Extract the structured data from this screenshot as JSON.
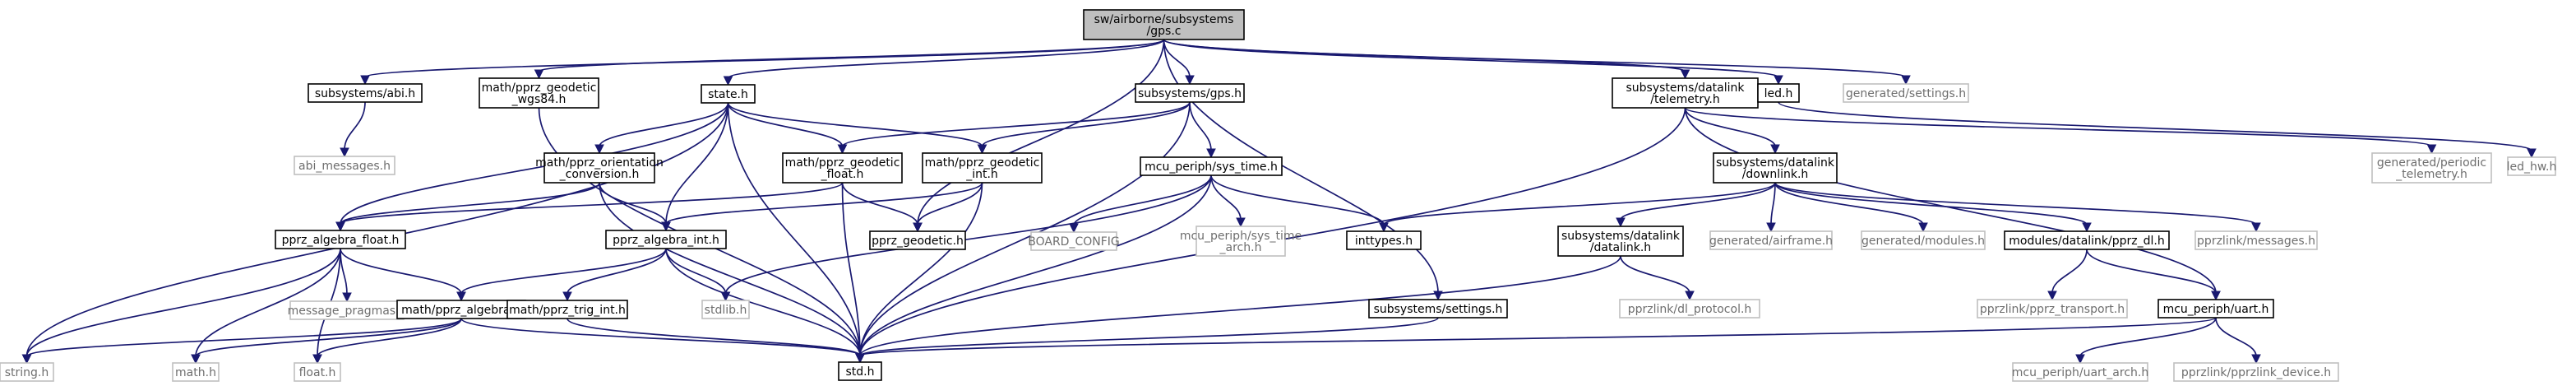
{
  "title": "sw/airborne/subsystems/gps.c",
  "colors": {
    "root_fill": "#bfbfbf",
    "node_border": "#000000",
    "missing_border": "#bfbfbf",
    "missing_text": "#6e6e6e",
    "edge": "#191970"
  },
  "nodes": [
    {
      "id": "gps_c",
      "lines": [
        "sw/airborne/subsystems",
        "/gps.c"
      ],
      "kind": "root"
    },
    {
      "id": "abi_h",
      "lines": [
        "subsystems/abi.h"
      ],
      "kind": "file"
    },
    {
      "id": "abi_messages_h",
      "lines": [
        "abi_messages.h"
      ],
      "kind": "missing"
    },
    {
      "id": "geodetic_wgs84_h",
      "lines": [
        "math/pprz_geodetic",
        "_wgs84.h"
      ],
      "kind": "file"
    },
    {
      "id": "state_h",
      "lines": [
        "state.h"
      ],
      "kind": "file"
    },
    {
      "id": "orientation_h",
      "lines": [
        "math/pprz_orientation",
        "_conversion.h"
      ],
      "kind": "file"
    },
    {
      "id": "geodetic_float_h",
      "lines": [
        "math/pprz_geodetic",
        "_float.h"
      ],
      "kind": "file"
    },
    {
      "id": "geodetic_int_h",
      "lines": [
        "math/pprz_geodetic",
        "_int.h"
      ],
      "kind": "file"
    },
    {
      "id": "subsystems_gps_h",
      "lines": [
        "subsystems/gps.h"
      ],
      "kind": "file"
    },
    {
      "id": "sys_time_h",
      "lines": [
        "mcu_periph/sys_time.h"
      ],
      "kind": "file"
    },
    {
      "id": "algebra_float_h",
      "lines": [
        "pprz_algebra_float.h"
      ],
      "kind": "file"
    },
    {
      "id": "algebra_int_h",
      "lines": [
        "pprz_algebra_int.h"
      ],
      "kind": "file"
    },
    {
      "id": "pprz_geodetic_h",
      "lines": [
        "pprz_geodetic.h"
      ],
      "kind": "file"
    },
    {
      "id": "board_config",
      "lines": [
        "BOARD_CONFIG"
      ],
      "kind": "missing"
    },
    {
      "id": "sys_time_arch_h",
      "lines": [
        "mcu_periph/sys_time",
        "_arch.h"
      ],
      "kind": "missing"
    },
    {
      "id": "inttypes_h",
      "lines": [
        "inttypes.h"
      ],
      "kind": "file"
    },
    {
      "id": "message_pragmas_h",
      "lines": [
        "message_pragmas.h"
      ],
      "kind": "missing"
    },
    {
      "id": "math_algebra_h",
      "lines": [
        "math/pprz_algebra.h"
      ],
      "kind": "file"
    },
    {
      "id": "trig_int_h",
      "lines": [
        "math/pprz_trig_int.h"
      ],
      "kind": "file"
    },
    {
      "id": "stdlib_h",
      "lines": [
        "stdlib.h"
      ],
      "kind": "missing"
    },
    {
      "id": "settings_h",
      "lines": [
        "subsystems/settings.h"
      ],
      "kind": "file"
    },
    {
      "id": "string_h",
      "lines": [
        "string.h"
      ],
      "kind": "missing"
    },
    {
      "id": "math_h",
      "lines": [
        "math.h"
      ],
      "kind": "missing"
    },
    {
      "id": "float_h",
      "lines": [
        "float.h"
      ],
      "kind": "missing"
    },
    {
      "id": "std_h",
      "lines": [
        "std.h"
      ],
      "kind": "file"
    },
    {
      "id": "telemetry_h",
      "lines": [
        "subsystems/datalink",
        "/telemetry.h"
      ],
      "kind": "file"
    },
    {
      "id": "led_h",
      "lines": [
        "led.h"
      ],
      "kind": "file"
    },
    {
      "id": "gen_settings_h",
      "lines": [
        "generated/settings.h"
      ],
      "kind": "missing"
    },
    {
      "id": "downlink_h",
      "lines": [
        "subsystems/datalink",
        "/downlink.h"
      ],
      "kind": "file"
    },
    {
      "id": "periodic_telemetry_h",
      "lines": [
        "generated/periodic",
        "_telemetry.h"
      ],
      "kind": "missing"
    },
    {
      "id": "led_hw_h",
      "lines": [
        "led_hw.h"
      ],
      "kind": "missing"
    },
    {
      "id": "datalink_h",
      "lines": [
        "subsystems/datalink",
        "/datalink.h"
      ],
      "kind": "file"
    },
    {
      "id": "gen_airframe_h",
      "lines": [
        "generated/airframe.h"
      ],
      "kind": "missing"
    },
    {
      "id": "gen_modules_h",
      "lines": [
        "generated/modules.h"
      ],
      "kind": "missing"
    },
    {
      "id": "pprz_dl_h",
      "lines": [
        "modules/datalink/pprz_dl.h"
      ],
      "kind": "file"
    },
    {
      "id": "pprzlink_messages_h",
      "lines": [
        "pprzlink/messages.h"
      ],
      "kind": "missing"
    },
    {
      "id": "dl_protocol_h",
      "lines": [
        "pprzlink/dl_protocol.h"
      ],
      "kind": "missing"
    },
    {
      "id": "pprz_transport_h",
      "lines": [
        "pprzlink/pprz_transport.h"
      ],
      "kind": "missing"
    },
    {
      "id": "uart_h",
      "lines": [
        "mcu_periph/uart.h"
      ],
      "kind": "file"
    },
    {
      "id": "uart_arch_h",
      "lines": [
        "mcu_periph/uart_arch.h"
      ],
      "kind": "missing"
    },
    {
      "id": "pprzlink_device_h",
      "lines": [
        "pprzlink/pprzlink_device.h"
      ],
      "kind": "missing"
    }
  ],
  "edges": [
    [
      "gps_c",
      "abi_h"
    ],
    [
      "gps_c",
      "geodetic_wgs84_h"
    ],
    [
      "gps_c",
      "state_h"
    ],
    [
      "gps_c",
      "subsystems_gps_h"
    ],
    [
      "gps_c",
      "pprz_geodetic_h"
    ],
    [
      "gps_c",
      "settings_h"
    ],
    [
      "gps_c",
      "telemetry_h"
    ],
    [
      "gps_c",
      "led_h"
    ],
    [
      "gps_c",
      "gen_settings_h"
    ],
    [
      "abi_h",
      "abi_messages_h"
    ],
    [
      "geodetic_wgs84_h",
      "std_h"
    ],
    [
      "state_h",
      "orientation_h"
    ],
    [
      "state_h",
      "geodetic_float_h"
    ],
    [
      "state_h",
      "geodetic_int_h"
    ],
    [
      "state_h",
      "algebra_float_h"
    ],
    [
      "state_h",
      "algebra_int_h"
    ],
    [
      "state_h",
      "std_h"
    ],
    [
      "state_h",
      "string_h"
    ],
    [
      "orientation_h",
      "algebra_float_h"
    ],
    [
      "orientation_h",
      "algebra_int_h"
    ],
    [
      "orientation_h",
      "std_h"
    ],
    [
      "subsystems_gps_h",
      "geodetic_float_h"
    ],
    [
      "subsystems_gps_h",
      "geodetic_int_h"
    ],
    [
      "subsystems_gps_h",
      "sys_time_h"
    ],
    [
      "subsystems_gps_h",
      "std_h"
    ],
    [
      "geodetic_float_h",
      "pprz_geodetic_h"
    ],
    [
      "geodetic_float_h",
      "algebra_float_h"
    ],
    [
      "geodetic_float_h",
      "std_h"
    ],
    [
      "geodetic_int_h",
      "pprz_geodetic_h"
    ],
    [
      "geodetic_int_h",
      "algebra_int_h"
    ],
    [
      "geodetic_int_h",
      "std_h"
    ],
    [
      "sys_time_h",
      "board_config"
    ],
    [
      "sys_time_h",
      "sys_time_arch_h"
    ],
    [
      "sys_time_h",
      "inttypes_h"
    ],
    [
      "sys_time_h",
      "stdlib_h"
    ],
    [
      "sys_time_h",
      "std_h"
    ],
    [
      "algebra_float_h",
      "message_pragmas_h"
    ],
    [
      "algebra_float_h",
      "math_algebra_h"
    ],
    [
      "algebra_float_h",
      "string_h"
    ],
    [
      "algebra_float_h",
      "math_h"
    ],
    [
      "algebra_float_h",
      "float_h"
    ],
    [
      "algebra_int_h",
      "math_algebra_h"
    ],
    [
      "algebra_int_h",
      "trig_int_h"
    ],
    [
      "algebra_int_h",
      "stdlib_h"
    ],
    [
      "algebra_int_h",
      "std_h"
    ],
    [
      "math_algebra_h",
      "string_h"
    ],
    [
      "math_algebra_h",
      "math_h"
    ],
    [
      "math_algebra_h",
      "float_h"
    ],
    [
      "math_algebra_h",
      "std_h"
    ],
    [
      "trig_int_h",
      "std_h"
    ],
    [
      "settings_h",
      "std_h"
    ],
    [
      "telemetry_h",
      "downlink_h"
    ],
    [
      "telemetry_h",
      "periodic_telemetry_h"
    ],
    [
      "telemetry_h",
      "uart_h"
    ],
    [
      "telemetry_h",
      "std_h"
    ],
    [
      "led_h",
      "led_hw_h"
    ],
    [
      "downlink_h",
      "inttypes_h"
    ],
    [
      "downlink_h",
      "datalink_h"
    ],
    [
      "downlink_h",
      "gen_airframe_h"
    ],
    [
      "downlink_h",
      "gen_modules_h"
    ],
    [
      "downlink_h",
      "pprz_dl_h"
    ],
    [
      "downlink_h",
      "pprzlink_messages_h"
    ],
    [
      "datalink_h",
      "dl_protocol_h"
    ],
    [
      "datalink_h",
      "std_h"
    ],
    [
      "pprz_dl_h",
      "pprz_transport_h"
    ],
    [
      "pprz_dl_h",
      "uart_h"
    ],
    [
      "uart_h",
      "uart_arch_h"
    ],
    [
      "uart_h",
      "pprzlink_device_h"
    ],
    [
      "uart_h",
      "std_h"
    ]
  ]
}
